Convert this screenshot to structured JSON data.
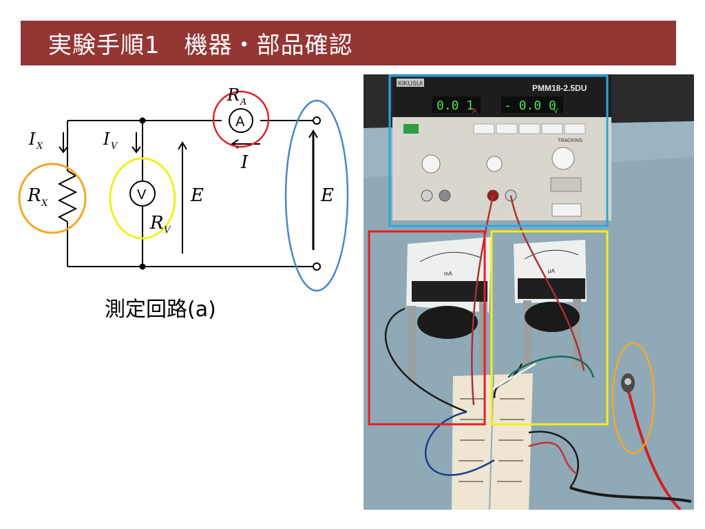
{
  "title": "実験手順1　機器・部品確認",
  "circuit": {
    "caption": "測定回路(a)",
    "labels": {
      "RA": "R",
      "RA_sub": "A",
      "ammeter": "A",
      "voltmeter": "V",
      "IX": "I",
      "IX_sub": "X",
      "IV": "I",
      "IV_sub": "V",
      "I": "I",
      "RX": "R",
      "RX_sub": "X",
      "RV": "R",
      "RV_sub": "V",
      "E_inner": "E",
      "E_outer": "E"
    },
    "highlight_colors": {
      "ammeter": "#e02020",
      "voltmeter": "#f2ef1a",
      "resistor": "#f5a623",
      "source": "#4a86c8"
    }
  },
  "photo": {
    "supply_model": "PMM18-2.5DU",
    "supply_brand": "KIKUSUI",
    "current_display": "0.0 1",
    "voltage_display": "- 0.0 0",
    "tracking_label": "TRACKING",
    "current_unit": "A",
    "voltage_unit": "V",
    "meter_left_unit": "mA",
    "meter_right_unit": "μA",
    "box_colors": {
      "supply": "#29a8e0",
      "ammeter": "#e81e1e",
      "voltmeter": "#f5ee1a",
      "resistor": "#f5a623"
    }
  }
}
